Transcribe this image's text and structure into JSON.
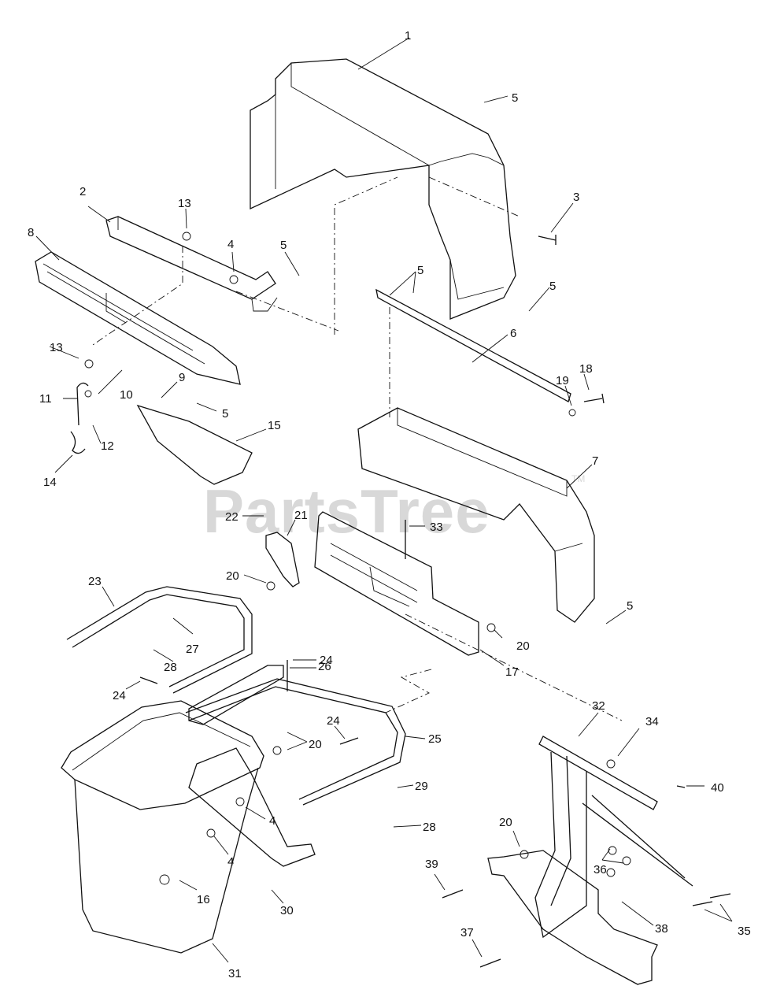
{
  "watermark": {
    "text": "PartsTree",
    "trademark": "TM"
  },
  "callouts": [
    {
      "id": "c1",
      "text": "1"
    },
    {
      "id": "c2",
      "text": "2"
    },
    {
      "id": "c3",
      "text": "3"
    },
    {
      "id": "c4a",
      "text": "4"
    },
    {
      "id": "c4b",
      "text": "4"
    },
    {
      "id": "c4c",
      "text": "4"
    },
    {
      "id": "c5a",
      "text": "5"
    },
    {
      "id": "c5b",
      "text": "5"
    },
    {
      "id": "c5c",
      "text": "5"
    },
    {
      "id": "c5d",
      "text": "5"
    },
    {
      "id": "c5e",
      "text": "5"
    },
    {
      "id": "c5f",
      "text": "5"
    },
    {
      "id": "c6",
      "text": "6"
    },
    {
      "id": "c7",
      "text": "7"
    },
    {
      "id": "c8",
      "text": "8"
    },
    {
      "id": "c9",
      "text": "9"
    },
    {
      "id": "c10",
      "text": "10"
    },
    {
      "id": "c11",
      "text": "11"
    },
    {
      "id": "c12",
      "text": "12"
    },
    {
      "id": "c13a",
      "text": "13"
    },
    {
      "id": "c13b",
      "text": "13"
    },
    {
      "id": "c14",
      "text": "14"
    },
    {
      "id": "c15",
      "text": "15"
    },
    {
      "id": "c16",
      "text": "16"
    },
    {
      "id": "c17",
      "text": "17"
    },
    {
      "id": "c18",
      "text": "18"
    },
    {
      "id": "c19",
      "text": "19"
    },
    {
      "id": "c20a",
      "text": "20"
    },
    {
      "id": "c20b",
      "text": "20"
    },
    {
      "id": "c20c",
      "text": "20"
    },
    {
      "id": "c20d",
      "text": "20"
    },
    {
      "id": "c21",
      "text": "21"
    },
    {
      "id": "c22",
      "text": "22"
    },
    {
      "id": "c23",
      "text": "23"
    },
    {
      "id": "c24a",
      "text": "24"
    },
    {
      "id": "c24b",
      "text": "24"
    },
    {
      "id": "c24c",
      "text": "24"
    },
    {
      "id": "c25",
      "text": "25"
    },
    {
      "id": "c26",
      "text": "26"
    },
    {
      "id": "c27",
      "text": "27"
    },
    {
      "id": "c28a",
      "text": "28"
    },
    {
      "id": "c28b",
      "text": "28"
    },
    {
      "id": "c29",
      "text": "29"
    },
    {
      "id": "c30",
      "text": "30"
    },
    {
      "id": "c31",
      "text": "31"
    },
    {
      "id": "c32",
      "text": "32"
    },
    {
      "id": "c33",
      "text": "33"
    },
    {
      "id": "c34",
      "text": "34"
    },
    {
      "id": "c35",
      "text": "35"
    },
    {
      "id": "c36",
      "text": "36"
    },
    {
      "id": "c37",
      "text": "37"
    },
    {
      "id": "c38",
      "text": "38"
    },
    {
      "id": "c39",
      "text": "39"
    },
    {
      "id": "c40",
      "text": "40"
    }
  ]
}
